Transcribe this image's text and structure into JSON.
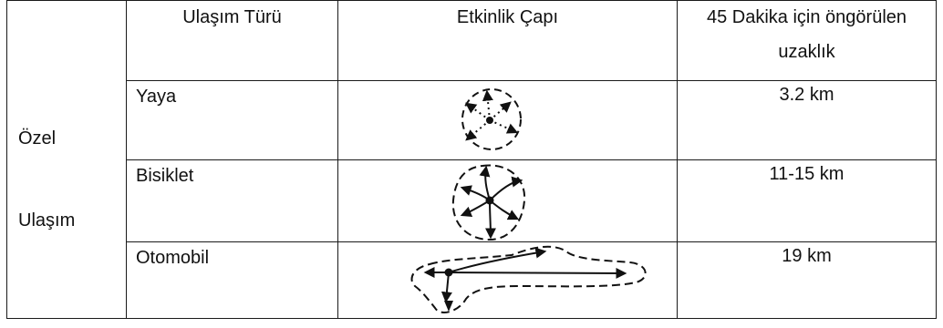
{
  "table": {
    "headers": {
      "col_type": "Ulaşım Türü",
      "col_radius": "Etkinlik Çapı",
      "col_distance_line1": "45 Dakika için öngörülen",
      "col_distance_line2": "uzaklık"
    },
    "category": {
      "line1": "Özel",
      "line2": "Ulaşım"
    },
    "rows": [
      {
        "type": "Yaya",
        "distance": "3.2 km",
        "radius_icon": "walking-radius-icon"
      },
      {
        "type": "Bisiklet",
        "distance": "11-15 km",
        "radius_icon": "bicycle-radius-icon"
      },
      {
        "type": "Otomobil",
        "distance": "19 km",
        "radius_icon": "car-radius-icon"
      }
    ]
  }
}
